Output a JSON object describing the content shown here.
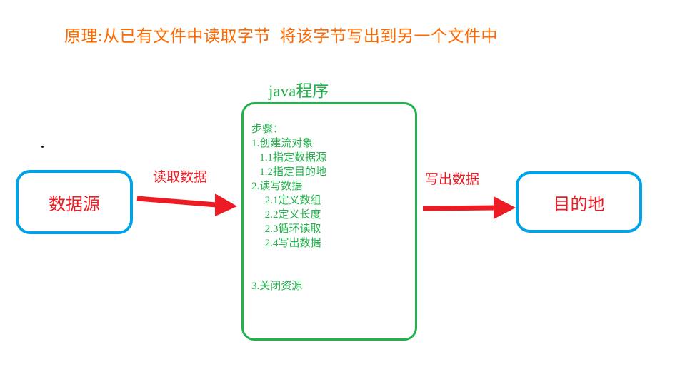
{
  "title": "原理:从已有文件中读取字节  将该字节写出到另一个文件中",
  "program_label": "java程序",
  "steps": {
    "lines": [
      "步骤：",
      "1.创建流对象",
      "   1.1指定数据源",
      "   1.2指定目的地",
      "2.读写数据",
      "     2.1定义数组",
      "     2.2定义长度",
      "     2.3循环读取",
      "     2.4写出数据",
      "",
      "",
      "3.关闭资源"
    ]
  },
  "source_label": "数据源",
  "dest_label": "目的地",
  "read_arrow_label": "读取数据",
  "write_arrow_label": "写出数据",
  "stray_dot": ".",
  "colors": {
    "title_orange": "#FF6A00",
    "green": "#22B14C",
    "blue": "#00A2E8",
    "red": "#ED1C24",
    "background": "#FFFFFF"
  }
}
